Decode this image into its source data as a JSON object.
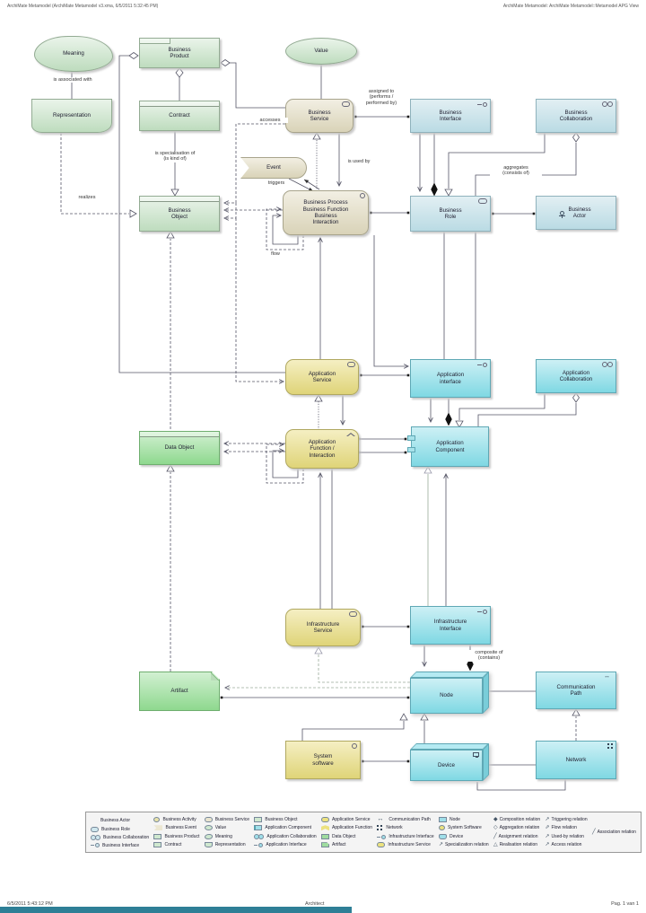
{
  "header": {
    "left": "ArchiMate Metamodel (ArchiMate Metamodel v3.xma, 6/5/2011 5:32:45 PM)",
    "right": "ArchiMate Metamodel: ArchiMate Metamodel::Metamodel APG View"
  },
  "footer": {
    "left": "6/5/2011 5:43:12 PM",
    "center": "Architect",
    "right": "Pag. 1 van 1"
  },
  "colors": {
    "accent_bar": "#2e7f96",
    "business_structure": "#badbe4",
    "business_behavior": "#d9d3b8",
    "business_object": "#bedcbe",
    "application_behavior": "#dfd478",
    "application_structure": "#7fd8e3",
    "data_green": "#8ed88e"
  },
  "nodes": {
    "meaning": {
      "label": "Meaning"
    },
    "business_product": {
      "label": "Business\nProduct"
    },
    "value": {
      "label": "Value"
    },
    "representation": {
      "label": "Representation"
    },
    "contract": {
      "label": "Contract"
    },
    "business_service": {
      "label": "Business\nService"
    },
    "business_interface": {
      "label": "Business\nInterface"
    },
    "business_collaboration": {
      "label": "Business\nCollaboration"
    },
    "event": {
      "label": "Event"
    },
    "business_object": {
      "label": "Business\nObject"
    },
    "business_process": {
      "label": "Business Process\nBusiness Function\nBusiness\nInteraction"
    },
    "business_role": {
      "label": "Business\nRole"
    },
    "business_actor": {
      "label": "Business\nActor"
    },
    "app_service": {
      "label": "Application\nService"
    },
    "app_interface": {
      "label": "Application\ninterface"
    },
    "app_collaboration": {
      "label": "Application\nCollaboration"
    },
    "data_object": {
      "label": "Data Object"
    },
    "app_function": {
      "label": "Application\nFunction /\nInteraction"
    },
    "app_component": {
      "label": "Application\nComponent"
    },
    "infra_service": {
      "label": "Infrastructure\nService"
    },
    "infra_interface": {
      "label": "Infrastructure\nInterface"
    },
    "node": {
      "label": "Node"
    },
    "comm_path": {
      "label": "Communication\nPath"
    },
    "artifact": {
      "label": "Artifact"
    },
    "system_software": {
      "label": "System\nsoftware"
    },
    "device": {
      "label": "Device"
    },
    "network": {
      "label": "Network"
    }
  },
  "edge_labels": {
    "is_associated_with": "is associated with",
    "accesses": "accesses",
    "assigned_to": "assigned to\n(performs /\nperformed by)",
    "is_specialisation": "is specialisation of\n(is kind of)",
    "triggers": "triggers",
    "is_used_by": "is used by",
    "aggregates": "aggregates\n(consists of)",
    "realizes": "realizes",
    "flow": "flow",
    "composite_of": "composite of\n(contains)"
  },
  "legend": {
    "columns": [
      [
        {
          "icon": "business-actor-icon",
          "label": "Business Actor"
        },
        {
          "icon": "business-role-icon",
          "label": "Business Role"
        },
        {
          "icon": "business-collaboration-icon",
          "label": "Business Collaboration"
        },
        {
          "icon": "business-interface-icon",
          "label": "Business Interface"
        }
      ],
      [
        {
          "icon": "business-activity-icon",
          "label": "Business Activity"
        },
        {
          "icon": "business-event-icon",
          "label": "Business Event"
        },
        {
          "icon": "business-product-icon",
          "label": "Business Product"
        },
        {
          "icon": "contract-icon",
          "label": "Contract"
        }
      ],
      [
        {
          "icon": "business-service-icon",
          "label": "Business Service"
        },
        {
          "icon": "value-icon",
          "label": "Value"
        },
        {
          "icon": "meaning-icon",
          "label": "Meaning"
        },
        {
          "icon": "representation-icon",
          "label": "Representation"
        }
      ],
      [
        {
          "icon": "business-object-icon",
          "label": "Business Object"
        },
        {
          "icon": "application-component-icon",
          "label": "Application Component"
        },
        {
          "icon": "application-collaboration-icon",
          "label": "Application Collaboration"
        },
        {
          "icon": "application-interface-icon",
          "label": "Application Interface"
        }
      ],
      [
        {
          "icon": "application-service-icon",
          "label": "Application Service"
        },
        {
          "icon": "application-function-icon",
          "label": "Application Function"
        },
        {
          "icon": "data-object-icon",
          "label": "Data Object"
        },
        {
          "icon": "artifact-icon",
          "label": "Artifact"
        }
      ],
      [
        {
          "icon": "communication-path-icon",
          "label": "Communication Path"
        },
        {
          "icon": "network-icon",
          "label": "Network"
        },
        {
          "icon": "infrastructure-interface-icon",
          "label": "Infrastructure Interface"
        },
        {
          "icon": "infrastructure-service-icon",
          "label": "Infrastructure Service"
        }
      ],
      [
        {
          "icon": "node-icon",
          "label": "Node"
        },
        {
          "icon": "system-software-icon",
          "label": "System Software"
        },
        {
          "icon": "device-icon",
          "label": "Device"
        },
        {
          "icon": "specialization-relation-icon",
          "label": "Specialization relation"
        }
      ],
      [
        {
          "icon": "composition-relation-icon",
          "label": "Composition relation"
        },
        {
          "icon": "aggregation-relation-icon",
          "label": "Aggregation relation"
        },
        {
          "icon": "assignment-relation-icon",
          "label": "Assignment relation"
        },
        {
          "icon": "realisation-relation-icon",
          "label": "Realisation relation"
        }
      ],
      [
        {
          "icon": "triggering-relation-icon",
          "label": "Triggering relation"
        },
        {
          "icon": "flow-relation-icon",
          "label": "Flow relation"
        },
        {
          "icon": "used-by-relation-icon",
          "label": "Used-by relation"
        },
        {
          "icon": "access-relation-icon",
          "label": "Access relation"
        }
      ],
      [
        {
          "icon": "association-relation-icon",
          "label": "Association relation"
        }
      ]
    ]
  }
}
